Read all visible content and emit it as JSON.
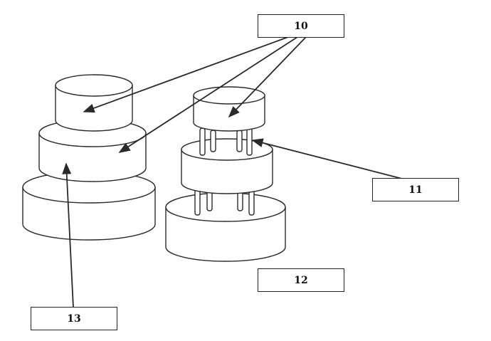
{
  "labels": {
    "ten": "10",
    "eleven": "11",
    "twelve": "12",
    "thirteen": "13"
  },
  "colors": {
    "ink": "#2a2a2a",
    "background": "#ffffff"
  }
}
